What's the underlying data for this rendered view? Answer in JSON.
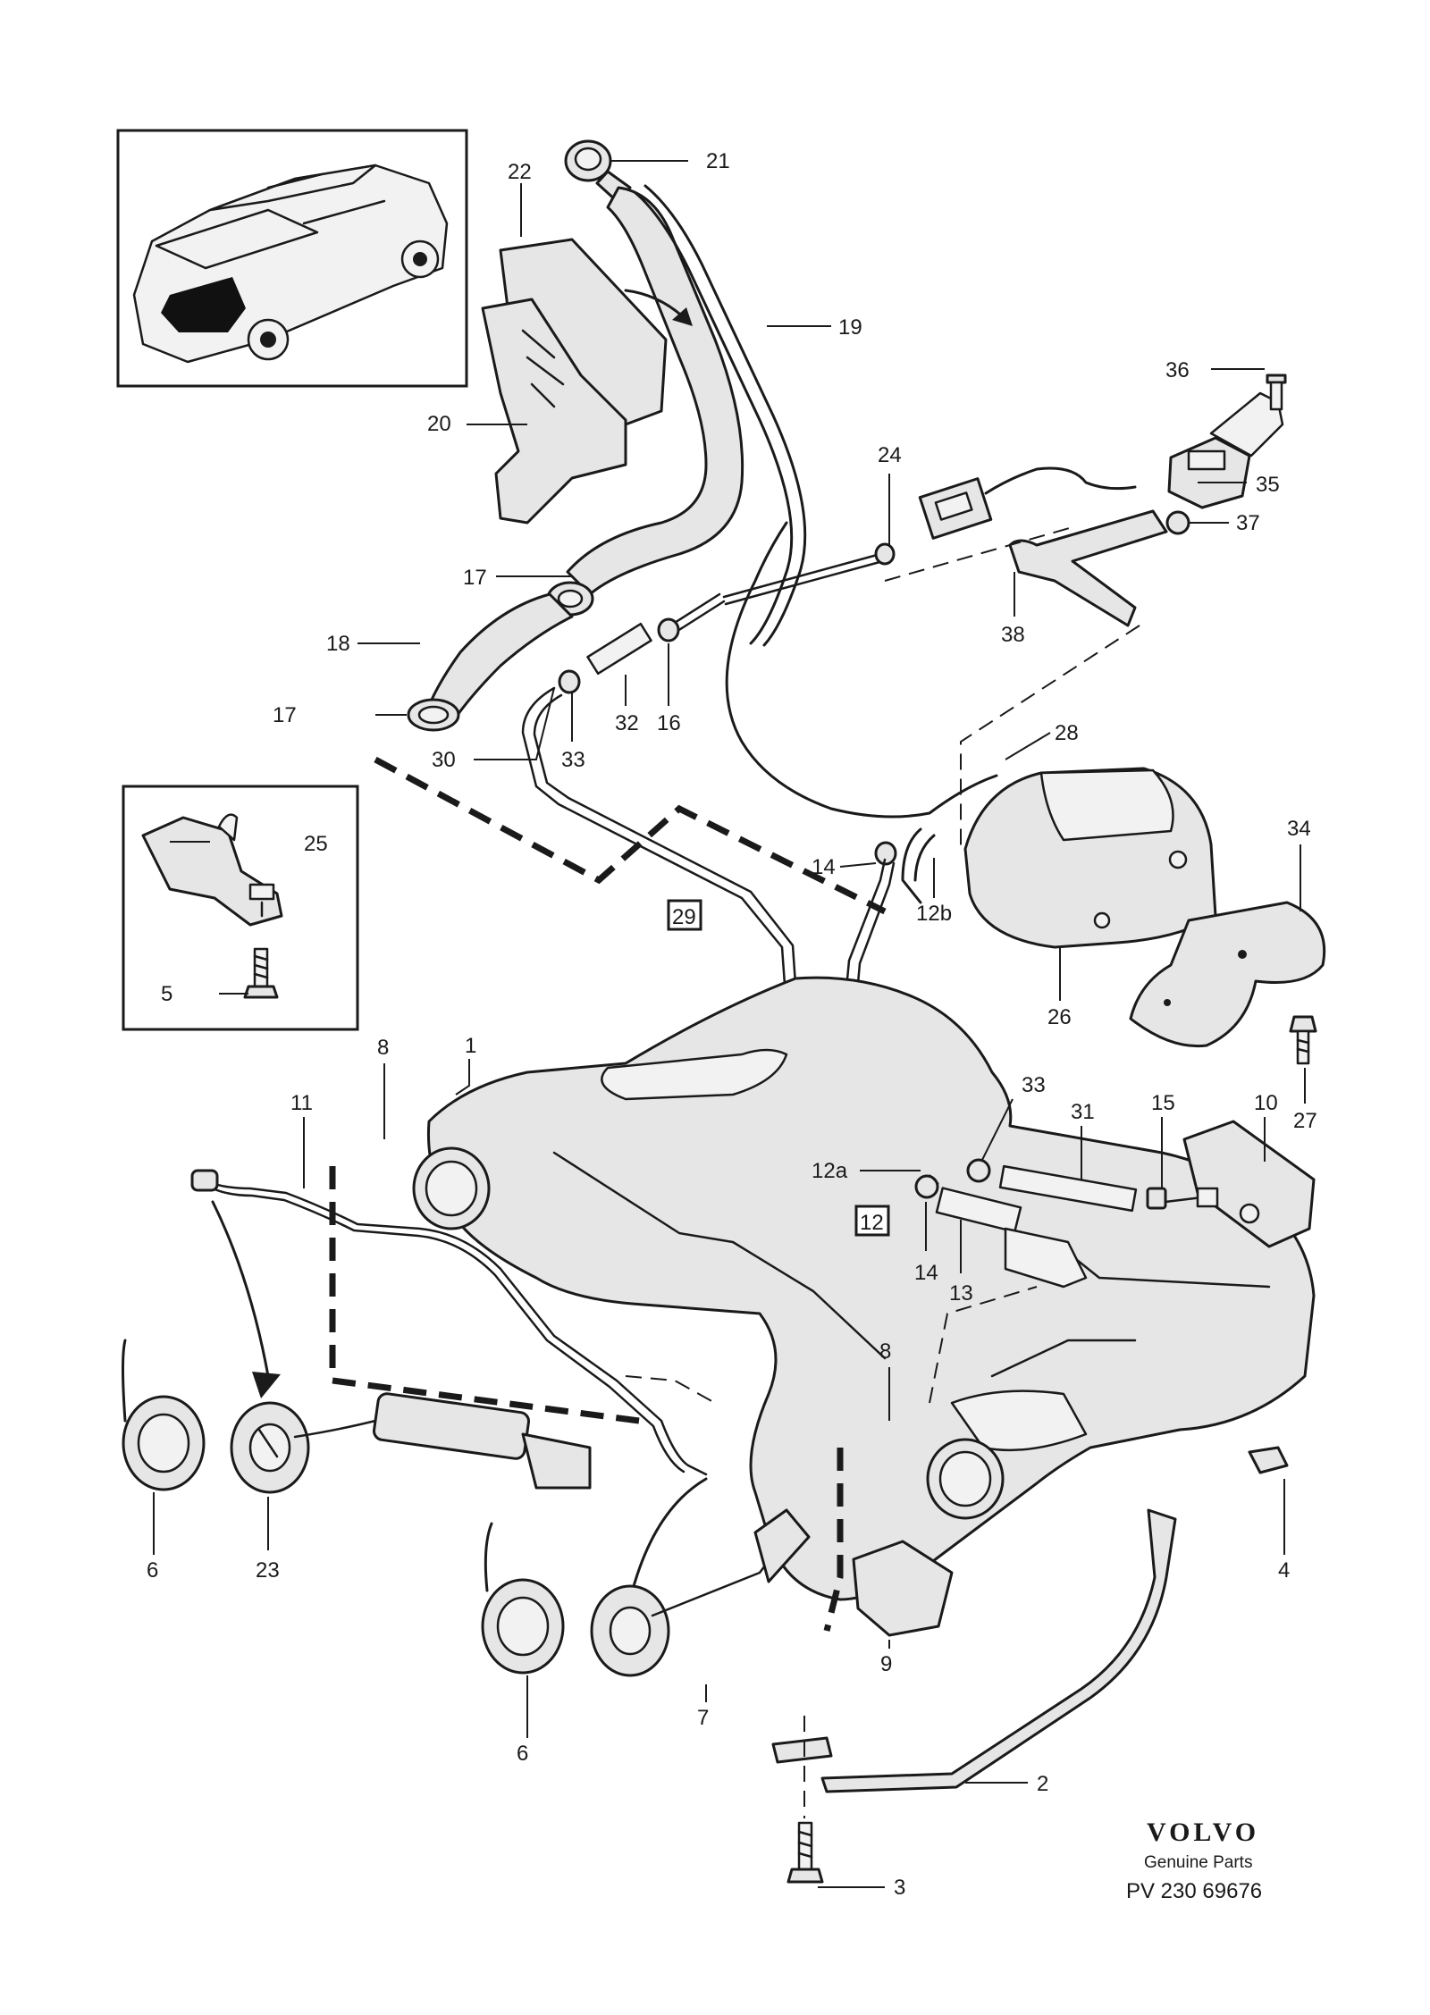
{
  "brand": {
    "logo_text": "VOLVO",
    "subtitle": "Genuine Parts",
    "doc_number": "PV 230 69676"
  },
  "callouts": {
    "c1": "1",
    "c2": "2",
    "c3": "3",
    "c4": "4",
    "c5": "5",
    "c6a": "6",
    "c6b": "6",
    "c7": "7",
    "c8a": "8",
    "c8b": "8",
    "c9": "9",
    "c10": "10",
    "c11": "11",
    "c12": "12",
    "c12a": "12a",
    "c12b": "12b",
    "c13": "13",
    "c14a": "14",
    "c14b": "14",
    "c15": "15",
    "c16": "16",
    "c17a": "17",
    "c17b": "17",
    "c18": "18",
    "c19": "19",
    "c20": "20",
    "c21": "21",
    "c22": "22",
    "c23": "23",
    "c24": "24",
    "c25": "25",
    "c26": "26",
    "c27": "27",
    "c28": "28",
    "c29": "29",
    "c30": "30",
    "c31": "31",
    "c32": "32",
    "c33a": "33",
    "c33b": "33",
    "c34": "34",
    "c35": "35",
    "c36": "36",
    "c37": "37",
    "c38": "38"
  },
  "boxed_labels": [
    "12",
    "29"
  ],
  "insets": {
    "vehicle_locator": "car-estate-rear-view",
    "bracket_detail": "bracket-25-with-screw-5"
  },
  "colors": {
    "line": "#1a1a1a",
    "part_fill": "#e6e6e6",
    "background": "#ffffff"
  }
}
